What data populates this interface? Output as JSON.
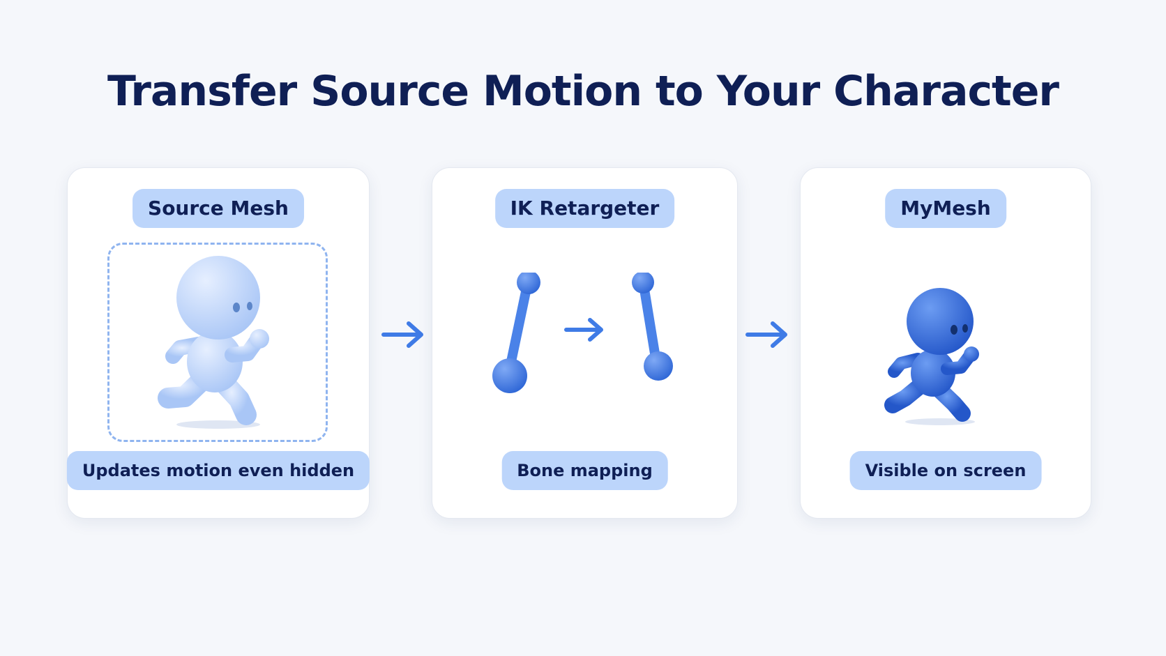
{
  "title": "Transfer Source Motion to Your Character",
  "steps": [
    {
      "label": "Source Mesh",
      "caption": "Updates motion even hidden"
    },
    {
      "label": "IK Retargeter",
      "caption": "Bone mapping"
    },
    {
      "label": "MyMesh",
      "caption": "Visible on screen"
    }
  ],
  "colors": {
    "title": "#0f1f55",
    "pill": "#bcd5fb",
    "accent": "#3f7be6",
    "ghost": "#bcd3fa",
    "solid": "#3f7be6"
  }
}
